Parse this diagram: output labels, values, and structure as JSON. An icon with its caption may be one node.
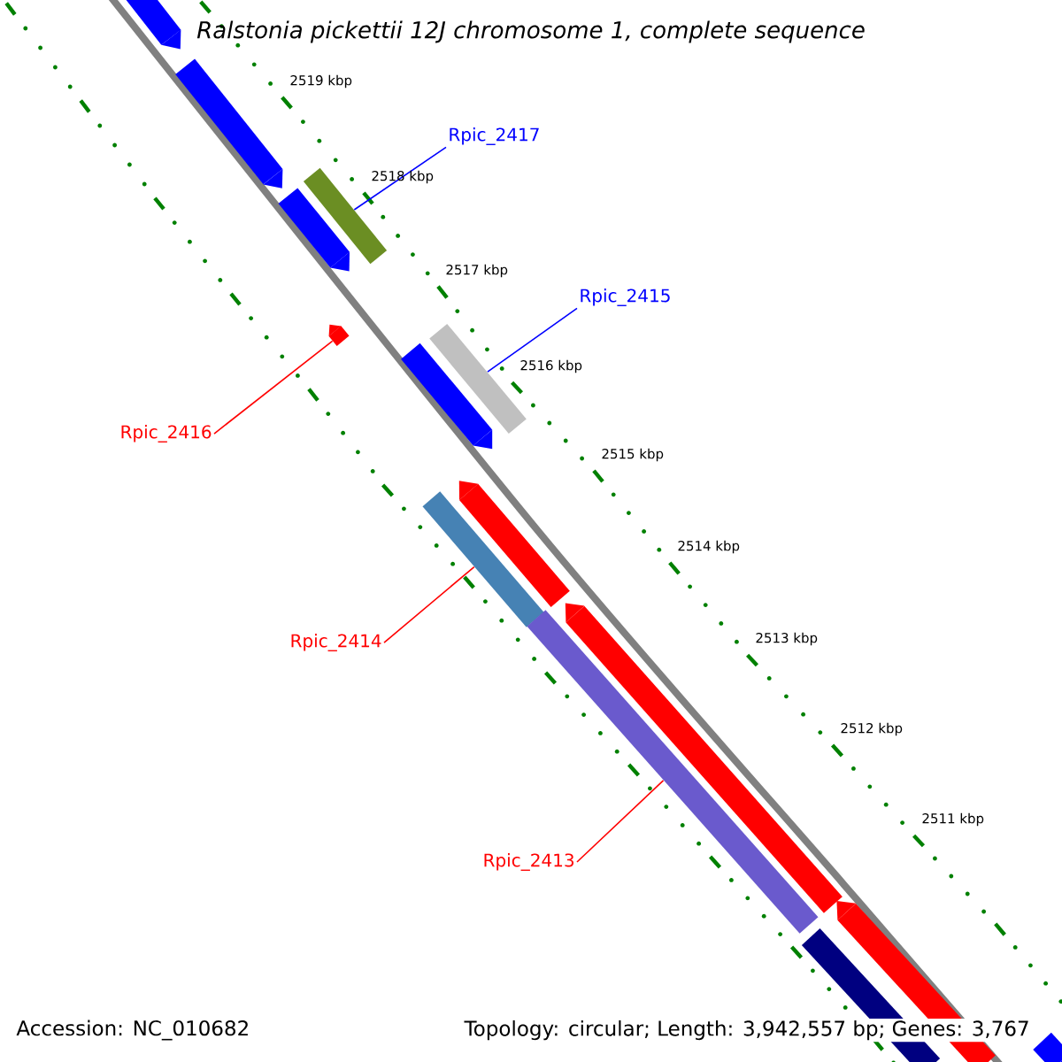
{
  "diagram": {
    "title": "Ralstonia pickettii 12J chromosome 1, complete sequence",
    "nodes": [
      {
        "text": [],
        "shape": "arrow"
      },
      {
        "text": [],
        "shape": "arrow"
      },
      {
        "text": [
          "Rpic_2417"
        ]
      },
      {
        "text": [],
        "shape": "bar"
      },
      {
        "text": [],
        "shape": "arrow"
      },
      {
        "text": [
          "Rpic_2415"
        ]
      },
      {
        "text": [],
        "shape": "bar"
      },
      {
        "text": [],
        "shape": "arrow"
      },
      {
        "text": [],
        "shape": "arrow"
      },
      {
        "text": [
          "Rpic_2416"
        ]
      },
      {
        "text": [],
        "shape": "arrow"
      },
      {
        "text": [],
        "shape": "bar"
      },
      {
        "text": [
          "Rpic_2414"
        ]
      },
      {
        "text": [],
        "shape": "arrow"
      },
      {
        "text": [],
        "shape": "bar"
      },
      {
        "text": [
          "Rpic_2413"
        ]
      },
      {
        "text": [],
        "shape": "arrow"
      },
      {
        "text": [],
        "shape": "bar"
      },
      {
        "text": [],
        "shape": "arrow"
      }
    ],
    "edges": [
      {
        "from": 2,
        "to": 3,
        "arrow": "none",
        "color": "#0000ff"
      },
      {
        "from": 5,
        "to": 6,
        "arrow": "none",
        "color": "#0000ff"
      },
      {
        "from": 9,
        "to": 7,
        "arrow": "none"
      },
      {
        "from": 12,
        "to": 11,
        "arrow": "none"
      },
      {
        "from": 15,
        "to": 14,
        "arrow": "none"
      }
    ],
    "labels": [
      "2519 kbp",
      "2518 kbp",
      "2517 kbp",
      "2516 kbp",
      "2515 kbp",
      "2514 kbp",
      "2513 kbp",
      "2512 kbp",
      "2511 kbp",
      "Accession: NC_010682",
      "Topology: circular; Length: 3,942,557 bp; Genes: 3,767"
    ]
  }
}
